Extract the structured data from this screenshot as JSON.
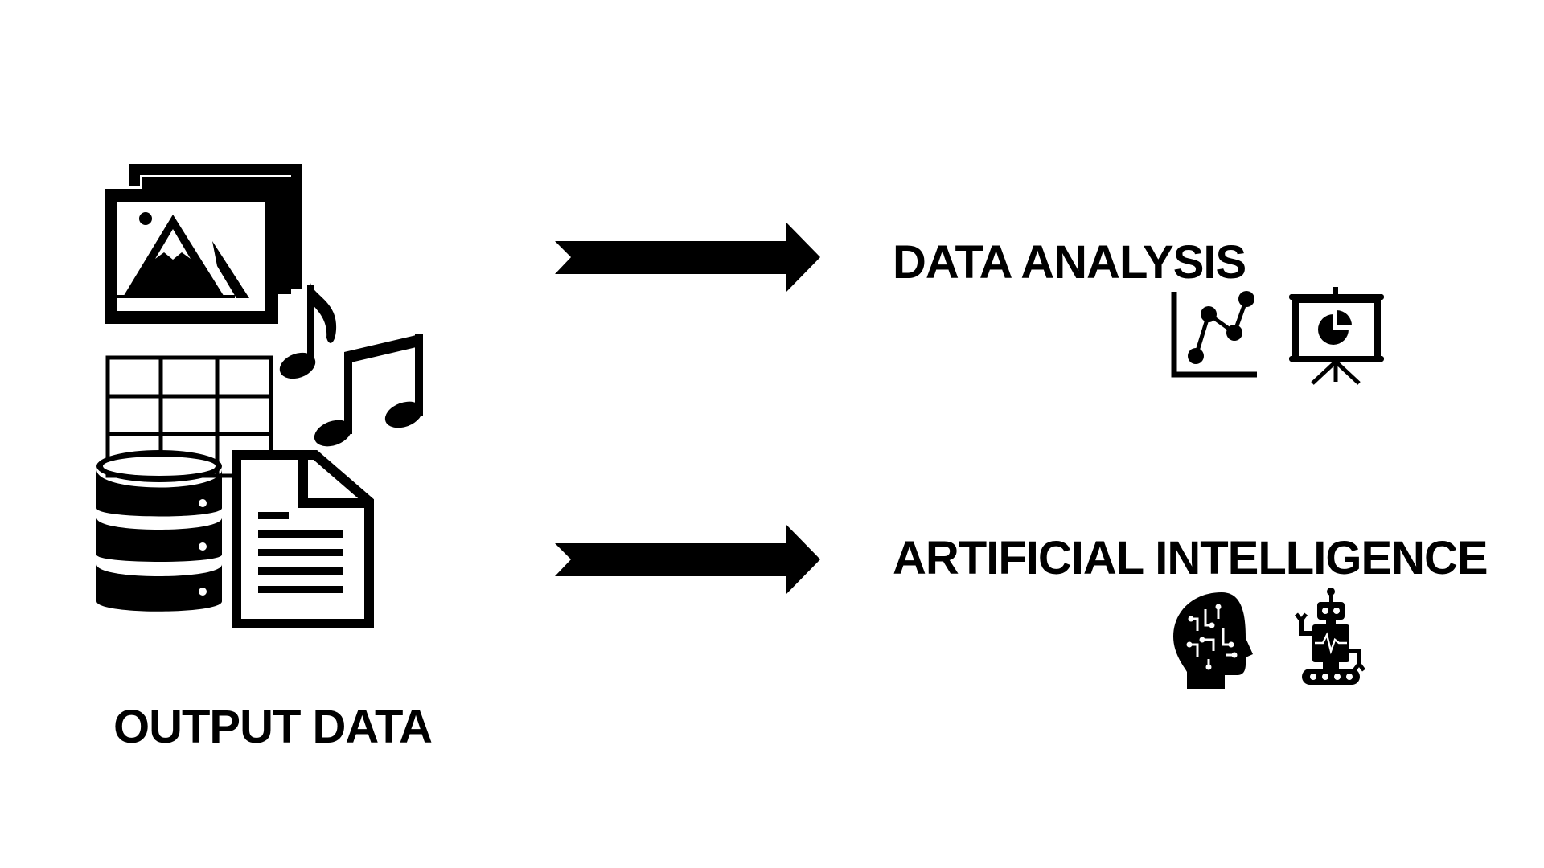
{
  "source": {
    "label": "OUTPUT DATA",
    "icons": [
      "image-gallery-icon",
      "music-notes-icon",
      "spreadsheet-icon",
      "database-icon",
      "document-icon"
    ]
  },
  "targets": [
    {
      "label": "DATA ANALYSIS",
      "icons": [
        "line-chart-icon",
        "presentation-pie-chart-icon"
      ]
    },
    {
      "label": "ARTIFICIAL INTELLIGENCE",
      "icons": [
        "ai-head-circuit-icon",
        "robot-icon"
      ]
    }
  ],
  "arrows": [
    "arrow-to-data-analysis",
    "arrow-to-artificial-intelligence"
  ],
  "colors": {
    "foreground": "#000000",
    "background": "#ffffff"
  }
}
